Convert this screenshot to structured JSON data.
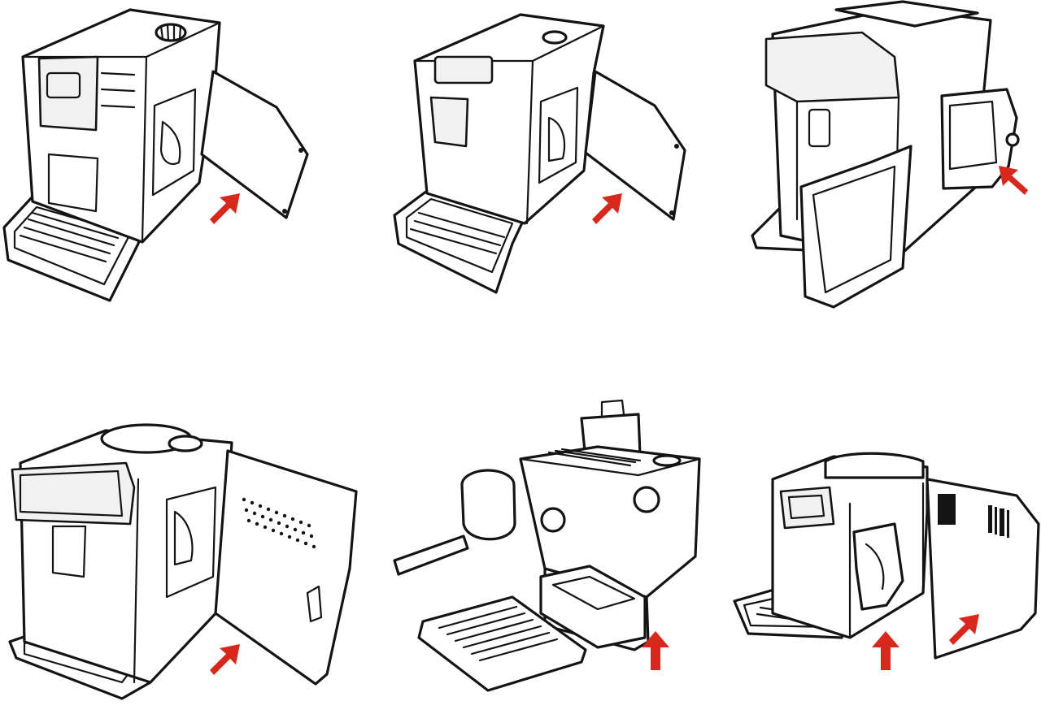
{
  "illustration": "coffee-machine-access-doors",
  "colors": {
    "outline": "#141414",
    "background": "#ffffff",
    "arrow": "#d8281e"
  },
  "panels": [
    {
      "id": 1,
      "machine": "espresso-machine-side-door-open",
      "arrow_direction": "up-right"
    },
    {
      "id": 2,
      "machine": "compact-espresso-machine-side-door-open",
      "arrow_direction": "up-right"
    },
    {
      "id": 3,
      "machine": "espresso-machine-front-panel-open",
      "arrow_direction": "up-left"
    },
    {
      "id": 4,
      "machine": "large-espresso-machine-side-panel-open",
      "arrow_direction": "up-right"
    },
    {
      "id": 5,
      "machine": "manual-espresso-machine-disassembled",
      "arrow_direction": "up"
    },
    {
      "id": 6,
      "machine": "espresso-machine-service-door-open",
      "arrow_direction": [
        "up",
        "up-right"
      ]
    }
  ]
}
